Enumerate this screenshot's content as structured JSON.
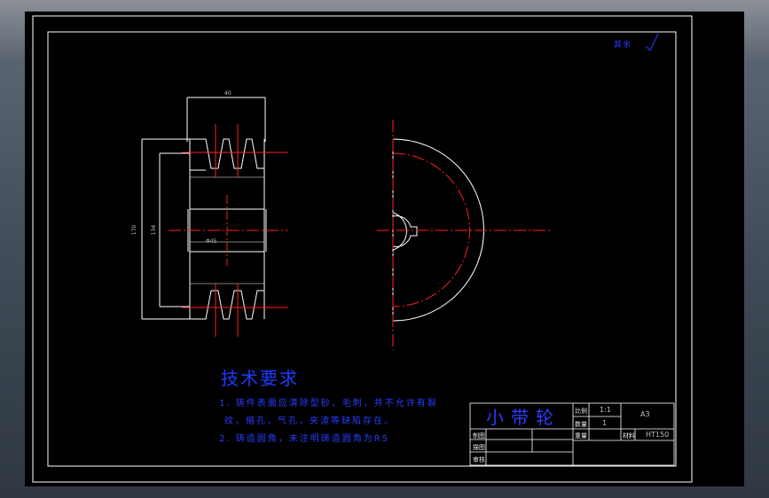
{
  "drawing": {
    "title": "小带轮",
    "roughness_note": "其余",
    "roughness_symbol": "√",
    "dimensions": {
      "top_width": "40",
      "outer_dia": "170",
      "inner_dia": "134",
      "bore": "Φ45"
    },
    "technical_requirements": {
      "heading": "技术要求",
      "lines": [
        "1. 铸件表面应清除型砂，毛刺，并不允许有裂",
        "纹，缩孔，气孔，夹渣等缺陷存在。",
        "2. 铸造圆角，未注明铸造圆角为R5"
      ]
    },
    "title_block": {
      "scale_label": "比例",
      "scale_value": "1:1",
      "qty_label": "数量",
      "qty_value": "1",
      "sheet_value": "A3",
      "material_label": "材料",
      "material_value": "HT150",
      "weight_label": "重量",
      "rows": [
        "制图",
        "描图",
        "审核"
      ]
    }
  },
  "colors": {
    "canvas": "#000000",
    "line_white": "#ffffff",
    "line_red": "#ff2020",
    "text_blue": "#2a3cff"
  }
}
